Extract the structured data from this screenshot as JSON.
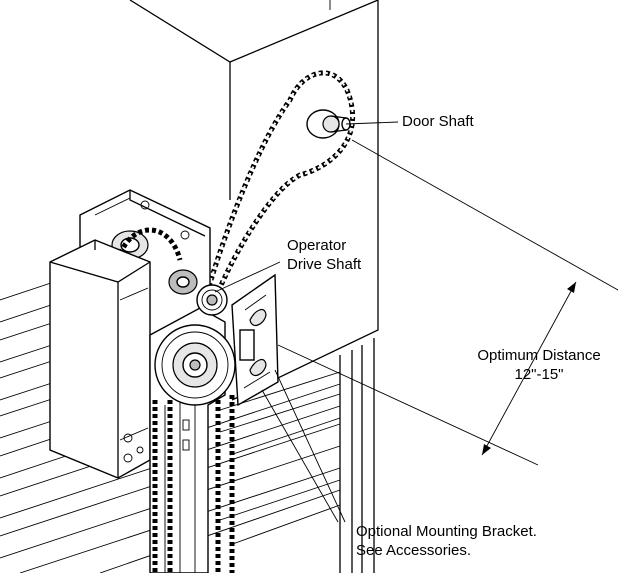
{
  "labels": {
    "door_shaft": "Door Shaft",
    "operator_drive_shaft_line1": "Operator",
    "operator_drive_shaft_line2": "Drive Shaft",
    "optimum_distance_line1": "Optimum Distance",
    "optimum_distance_line2": "12\"-15\"",
    "mounting_bracket_line1": "Optional Mounting Bracket.",
    "mounting_bracket_line2": "See Accessories."
  }
}
